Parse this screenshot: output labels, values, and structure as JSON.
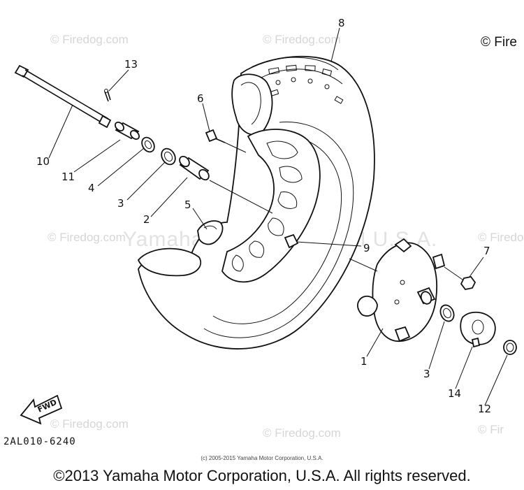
{
  "watermarks": {
    "top_left": "© Firedog.com",
    "top_center": "© Firedog.com",
    "top_right": "© Fire",
    "mid_left": "© Firedog.com",
    "mid_right": "© Firedo",
    "bottom_left": "© Firedog.com",
    "bottom_center": "© Firedog.com",
    "bottom_right": "© Fir",
    "trademark": "Yamaha Motor Corp. TM U.S.A."
  },
  "callouts": {
    "c1": "1",
    "c2": "2",
    "c3a": "3",
    "c3b": "3",
    "c4": "4",
    "c5": "5",
    "c6": "6",
    "c7": "7",
    "c8": "8",
    "c9": "9",
    "c10": "10",
    "c11": "11",
    "c12": "12",
    "c13": "13",
    "c14": "14"
  },
  "fwd_label": "FWD",
  "diagram_code": "2AL010-6240",
  "small_copyright": "(c) 2005-2015 Yamaha Motor Corporation, U.S.A.",
  "footer_copyright": "©2013 Yamaha Motor Corporation, U.S.A. All rights reserved."
}
